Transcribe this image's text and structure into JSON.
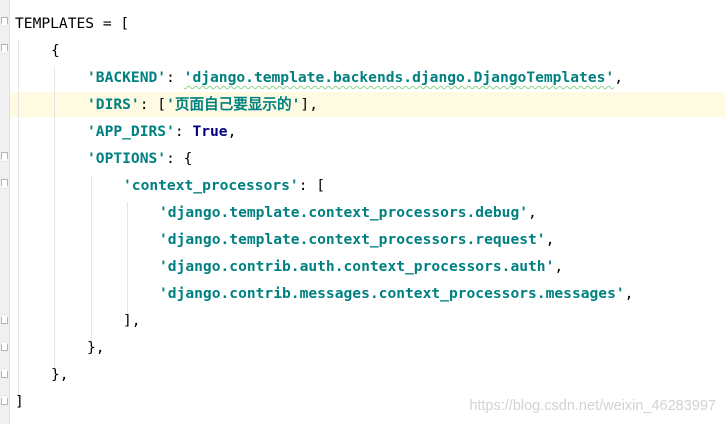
{
  "code": {
    "lines": [
      {
        "text": "TEMPLATES = ["
      },
      {
        "text": "{"
      },
      {
        "string": "'BACKEND'",
        "sep": ": ",
        "value": "'django.template.backends.django.DjangoTemplates'",
        "tail": ","
      },
      {
        "string": "'DIRS'",
        "sep": ": [",
        "value": "'页面自己要显示的'",
        "tail": "],"
      },
      {
        "string": "'APP_DIRS'",
        "sep": ": ",
        "keyword": "True",
        "tail": ","
      },
      {
        "string": "'OPTIONS'",
        "sep": ": {"
      },
      {
        "string": "'context_processors'",
        "sep": ": ["
      },
      {
        "value": "'django.template.context_processors.debug'",
        "tail": ","
      },
      {
        "value": "'django.template.context_processors.request'",
        "tail": ","
      },
      {
        "value": "'django.contrib.auth.context_processors.auth'",
        "tail": ","
      },
      {
        "value": "'django.contrib.messages.context_processors.messages'",
        "tail": ","
      },
      {
        "text": "],"
      },
      {
        "text": "},"
      },
      {
        "text": "},"
      },
      {
        "text": "]"
      }
    ]
  },
  "colors": {
    "string": "#008080",
    "keyword": "#000080",
    "current_line": "#fffbe3",
    "gutter": "#f0f0f0"
  },
  "watermark": "https://blog.csdn.net/weixin_46283997"
}
